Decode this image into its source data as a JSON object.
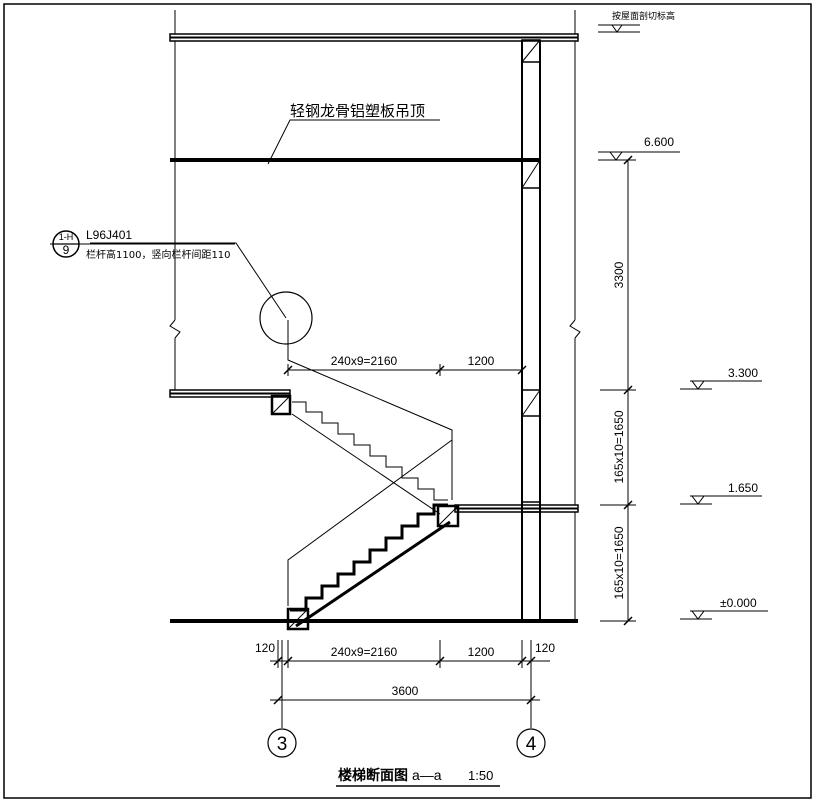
{
  "labels": {
    "ceiling_note": "轻钢龙骨铝塑板吊顶",
    "detail_ref_code": "L96J401",
    "detail_ref_num_top": "1-H",
    "detail_ref_num_bottom": "9",
    "railing_note": "栏杆高1100，竖向栏杆间距110",
    "title": "楼梯断面图",
    "section_mark": "a—a",
    "scale": "1:50"
  },
  "elevations": {
    "roof": "按屋面剖切标高",
    "level_2": "6.600",
    "level_1": "3.300",
    "landing": "1.650",
    "ground": "±0.000"
  },
  "dimensions": {
    "upper_run": "240x9=2160",
    "upper_landing": "1200",
    "lower_run": "240x9=2160",
    "lower_landing": "1200",
    "left_offset": "120",
    "right_offset": "120",
    "total_width": "3600",
    "floor_height": "3300",
    "upper_flight_height": "165x10=1650",
    "lower_flight_height": "165x10=1650"
  },
  "axes": {
    "left": "3",
    "right": "4"
  }
}
